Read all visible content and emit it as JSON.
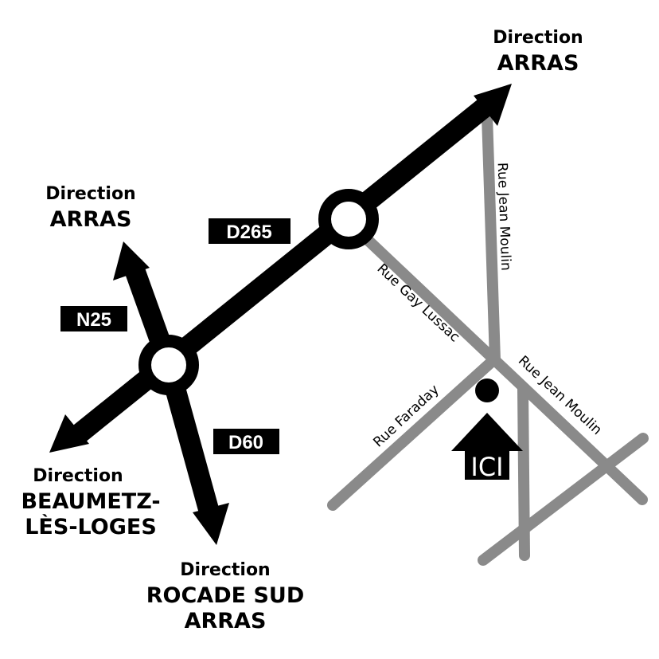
{
  "colors": {
    "road_major": "#000000",
    "road_minor": "#8a8a8a",
    "background": "#ffffff"
  },
  "directions": {
    "northeast": {
      "line1": "Direction",
      "line2": "ARRAS"
    },
    "north": {
      "line1": "Direction",
      "line2": "ARRAS"
    },
    "southwest": {
      "line1": "Direction",
      "line2": "BEAUMETZ-",
      "line3": "LÈS-LOGES"
    },
    "south": {
      "line1": "Direction",
      "line2": "ROCADE SUD",
      "line3": "ARRAS"
    }
  },
  "road_labels": {
    "d265": "D265",
    "n25": "N25",
    "d60": "D60"
  },
  "streets": {
    "jean_moulin_north": "Rue Jean Moulin",
    "gay_lussac": "Rue Gay Lussac",
    "jean_moulin_southeast": "Rue Jean Moulin",
    "faraday": "Rue Faraday"
  },
  "marker": {
    "label": "ICI"
  }
}
